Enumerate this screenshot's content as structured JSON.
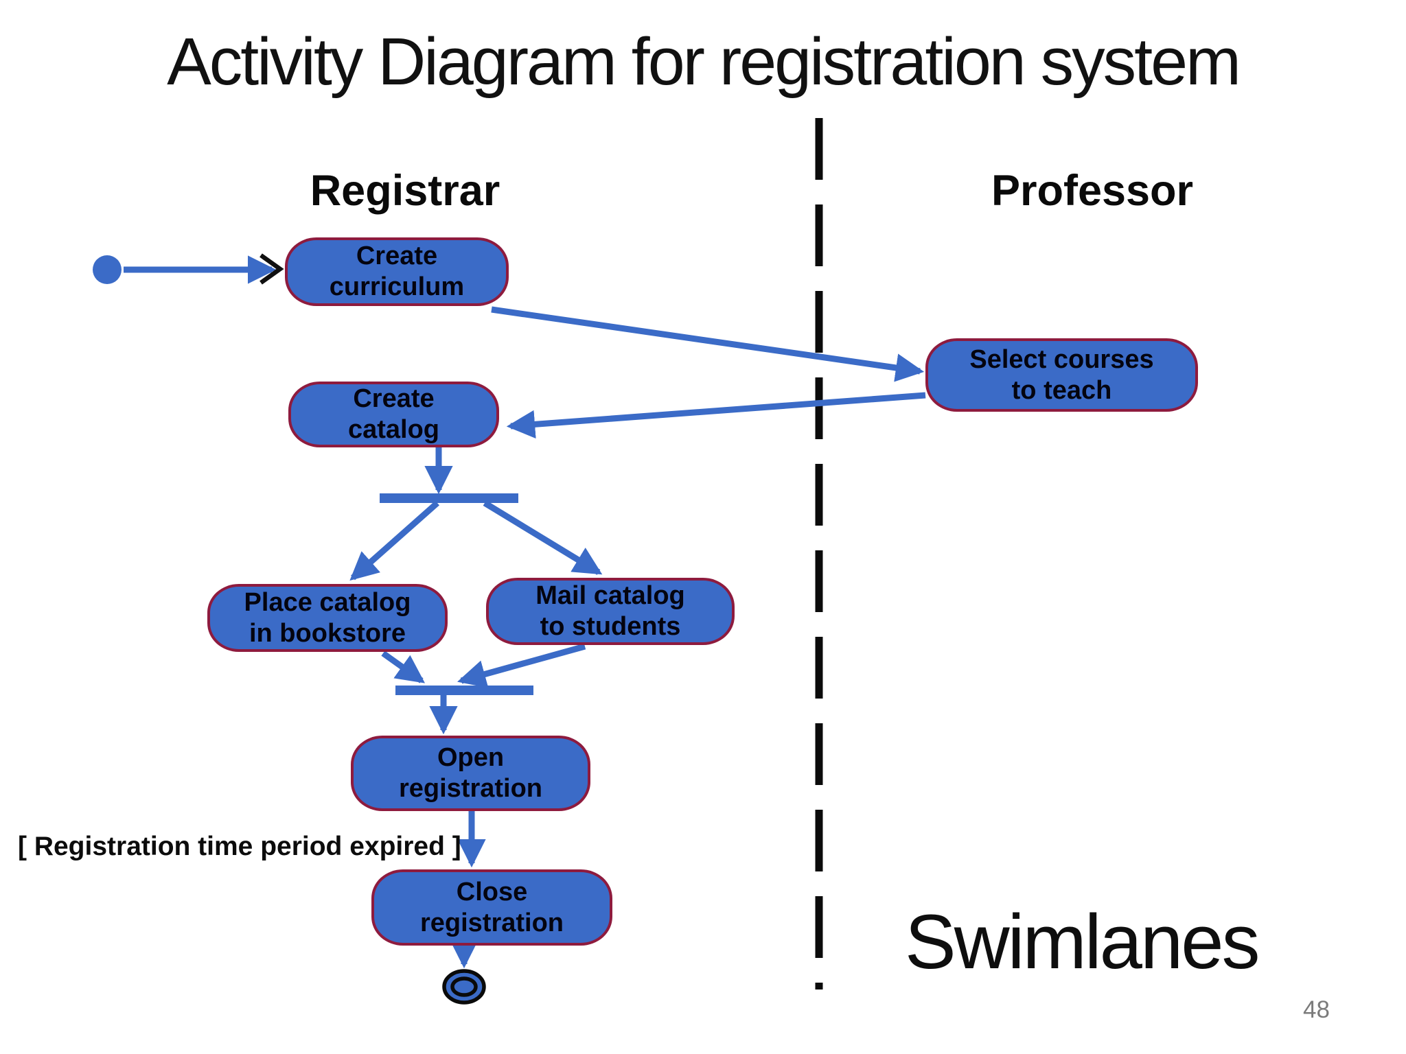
{
  "slide": {
    "title": "Activity Diagram for registration system",
    "caption": "Swimlanes",
    "page_number": "48"
  },
  "lanes": {
    "left": "Registrar",
    "right": "Professor"
  },
  "activities": {
    "create_curriculum": {
      "line1": "Create",
      "line2": "curriculum"
    },
    "select_courses": {
      "line1": "Select courses",
      "line2": "to teach"
    },
    "create_catalog": {
      "line1": "Create",
      "line2": "catalog"
    },
    "place_catalog": {
      "line1": "Place catalog",
      "line2": "in bookstore"
    },
    "mail_catalog": {
      "line1": "Mail catalog",
      "line2": "to students"
    },
    "open_registration": {
      "line1": "Open",
      "line2": "registration"
    },
    "close_registration": {
      "line1": "Close",
      "line2": "registration"
    }
  },
  "guard": "[ Registration time period expired ]",
  "colors": {
    "node_fill": "#3B6BC7",
    "node_border": "#8E1B3E",
    "edge": "#3B6BC7",
    "divider": "#0B0B0B",
    "page_number": "#7B7B7B"
  }
}
